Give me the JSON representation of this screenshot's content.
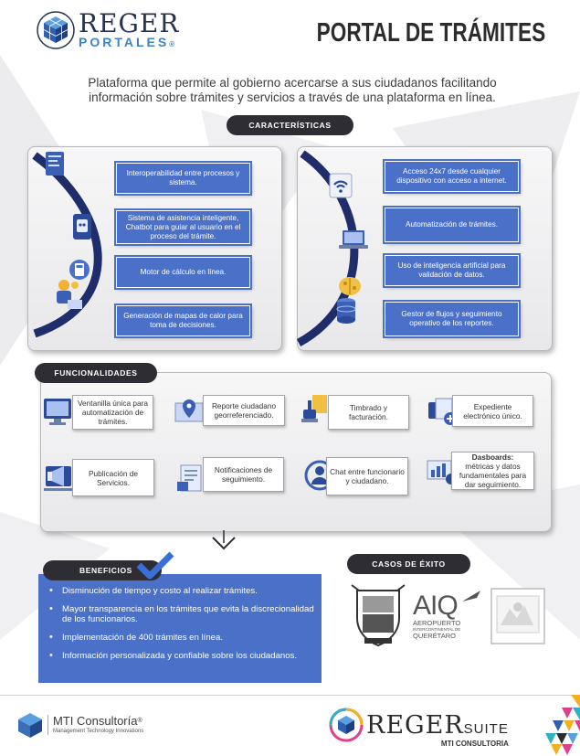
{
  "header": {
    "logo_main": "REGER",
    "logo_sub": "PORTALES",
    "logo_reg": "®",
    "title": "PORTAL DE TRÁMITES"
  },
  "intro": "Plataforma que permite al gobierno acercarse a sus ciudadanos facilitando información sobre trámites y servicios a través de una plataforma en línea.",
  "caracteristicas": {
    "label": "CARACTERÍSTICAS",
    "left": [
      "Interoperabilidad entre procesos y sistema.",
      "Sistema de asistencia inteligente, Chatbot para guiar al usuario en el proceso del trámite.",
      "Motor de cálculo en línea.",
      "Generación de mapas de calor para toma de decisiones."
    ],
    "right": [
      "Acceso 24x7 desde cualquier dispositivo con acceso a internet.",
      "Automatización de trámites.",
      "Uso de inteligencia artificial para validación de datos.",
      "Gestor de flujos y seguimiento operativo de los reportes."
    ]
  },
  "funcionalidades": {
    "label": "FUNCIONALIDADES",
    "items": [
      "Ventanilla única para automatización de trámites.",
      "Reporte ciudadano georreferenciado.",
      "Timbrado y facturación.",
      "Expediente electrónico único.",
      "Publicación de Servicios.",
      "Notificaciones de seguimiento.",
      "Chat entre funcionario y ciudadano.",
      "métricas y datos fundamentales para dar seguimiento."
    ],
    "dashboards_title": "Dasboards:"
  },
  "beneficios": {
    "label": "BENEFICIOS",
    "items": [
      "Disminución de tiempo y costo al realizar trámites.",
      "Mayor transparencia en los trámites que evita la discrecionalidad de los funcionarios.",
      "Implementación de 400 trámites en línea.",
      "Información personalizada y confiable sobre los ciudadanos."
    ]
  },
  "casos": {
    "label": "CASOS DE ÉXITO",
    "aio_main": "AIQ",
    "aio_line1": "AEROPUERTO",
    "aio_line2": "INTERCONTINENTAL DE",
    "aio_line3": "QUERÉTARO"
  },
  "footer": {
    "mti_name": "MTI Consultoría",
    "mti_reg": "®",
    "mti_tagline": "Management Technology Innovations",
    "suite_reger": "REGER",
    "suite_suite": "SUITE",
    "suite_sub": "MTI CONSULTORIA"
  },
  "colors": {
    "accent_blue": "#4a70c8",
    "navy": "#1f2d6b",
    "dark_pill": "#2d2d33"
  }
}
